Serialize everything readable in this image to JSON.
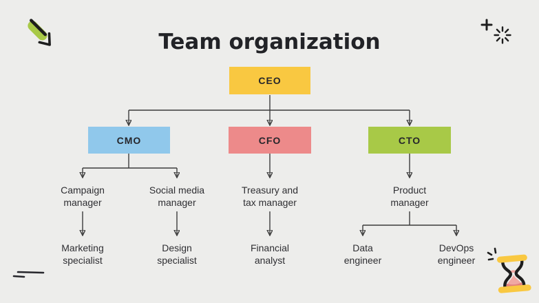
{
  "slide": {
    "title": "Team organization"
  },
  "colors": {
    "background": "#EDEDEB",
    "ceo_fill": "#F9C841",
    "cmo_fill": "#90C8EB",
    "cfo_fill": "#ED8A8A",
    "cto_fill": "#A8C947",
    "connector": "#3B3B3B",
    "title_text": "#222327",
    "label_text": "#2E2E32",
    "icon_black": "#1E1E1E",
    "icon_green": "#A8C947",
    "icon_yellow": "#F9C841",
    "icon_pink": "#F0A8A3",
    "icon_pink_dark": "#E2807E"
  },
  "nodes": {
    "ceo": {
      "label": "CEO"
    },
    "cmo": {
      "label": "CMO"
    },
    "cfo": {
      "label": "CFO"
    },
    "cto": {
      "label": "CTO"
    },
    "campaign_manager": {
      "line1": "Campaign",
      "line2": "manager"
    },
    "social_media_manager": {
      "line1": "Social media",
      "line2": "manager"
    },
    "treasury_tax_manager": {
      "line1": "Treasury and",
      "line2": "tax manager"
    },
    "product_manager": {
      "line1": "Product",
      "line2": "manager"
    },
    "marketing_specialist": {
      "line1": "Marketing",
      "line2": "specialist"
    },
    "design_specialist": {
      "line1": "Design",
      "line2": "specialist"
    },
    "financial_analyst": {
      "line1": "Financial",
      "line2": "analyst"
    },
    "data_engineer": {
      "line1": "Data",
      "line2": "engineer"
    },
    "devops_engineer": {
      "line1": "DevOps",
      "line2": "engineer"
    }
  },
  "hierarchy": {
    "CEO": [
      "CMO",
      "CFO",
      "CTO"
    ],
    "CMO": [
      "Campaign manager",
      "Social media manager"
    ],
    "CFO": [
      "Treasury and tax manager"
    ],
    "CTO": [
      "Product manager"
    ],
    "Campaign manager": [
      "Marketing specialist"
    ],
    "Social media manager": [
      "Design specialist"
    ],
    "Treasury and tax manager": [
      "Financial analyst"
    ],
    "Product manager": [
      "Data engineer",
      "DevOps engineer"
    ]
  },
  "decorations": {
    "top_left": "pencil-icon",
    "top_right": [
      "plus-icon",
      "burst-icon"
    ],
    "bottom_left": "speed-lines-icon",
    "bottom_right": "hourglass-icon"
  }
}
